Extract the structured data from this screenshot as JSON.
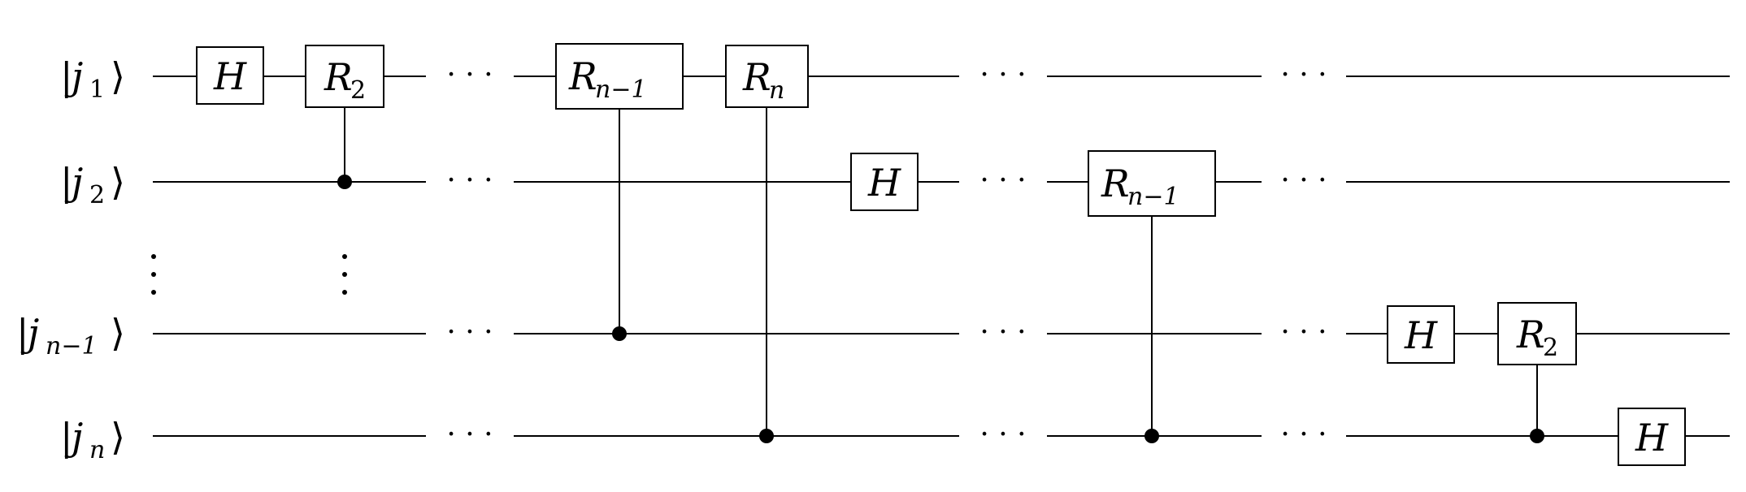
{
  "qubits": [
    {
      "name": "j",
      "sub": "1"
    },
    {
      "name": "j",
      "sub": "2"
    },
    {
      "name": "j",
      "sub": "n−1"
    },
    {
      "name": "j",
      "sub": "n"
    }
  ],
  "gates": {
    "h": "H",
    "r2": {
      "base": "R",
      "sub": "2"
    },
    "rn1": {
      "base": "R",
      "sub": "n−1"
    },
    "rn": {
      "base": "R",
      "sub": "n"
    }
  },
  "symbols": {
    "hdots": "· · ·",
    "vdot": "·",
    "ket_open": "|",
    "ket_close": "⟩"
  }
}
